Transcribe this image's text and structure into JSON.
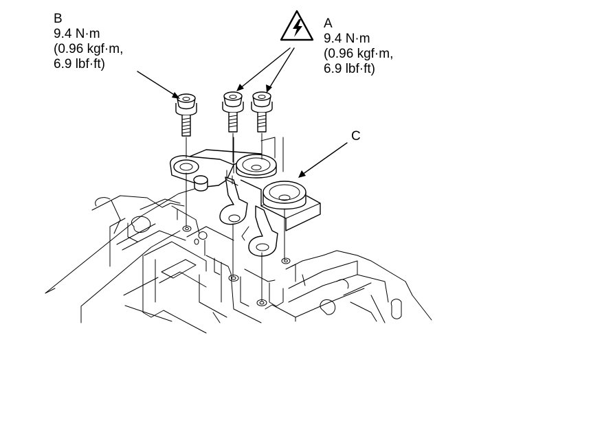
{
  "callouts": {
    "b": {
      "letter": "B",
      "torque_nm": "9.4 N·m",
      "torque_kgf": "(0.96 kgf·m,",
      "torque_lbf": "6.9 lbf·ft)"
    },
    "a": {
      "letter": "A",
      "torque_nm": "9.4 N·m",
      "torque_kgf": "(0.96 kgf·m,",
      "torque_lbf": "6.9 lbf·ft)"
    },
    "c": {
      "letter": "C"
    }
  },
  "icons": {
    "warning": "high-voltage-warning-icon"
  },
  "colors": {
    "line": "#000000",
    "background": "#ffffff"
  }
}
